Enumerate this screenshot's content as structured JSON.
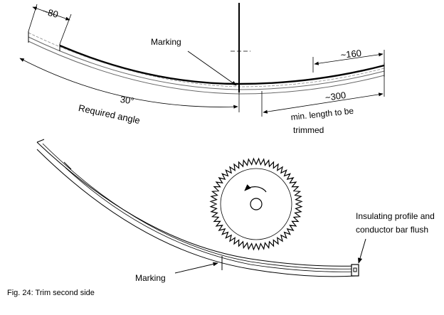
{
  "top_figure": {
    "dimensions": {
      "left_end": "~80",
      "right_end": "~160",
      "min_trim": "~300",
      "angle": "30°"
    },
    "labels": {
      "marking": "Marking",
      "required_angle": "Required angle",
      "min_length_line1": "min. length to be",
      "min_length_line2": "trimmed"
    }
  },
  "bottom_figure": {
    "labels": {
      "marking": "Marking",
      "insulating_line1": "Insulating profile and",
      "insulating_line2": "conductor bar flush"
    },
    "saw_rotation": "counter-clockwise"
  },
  "caption": "Fig. 24: Trim second side"
}
